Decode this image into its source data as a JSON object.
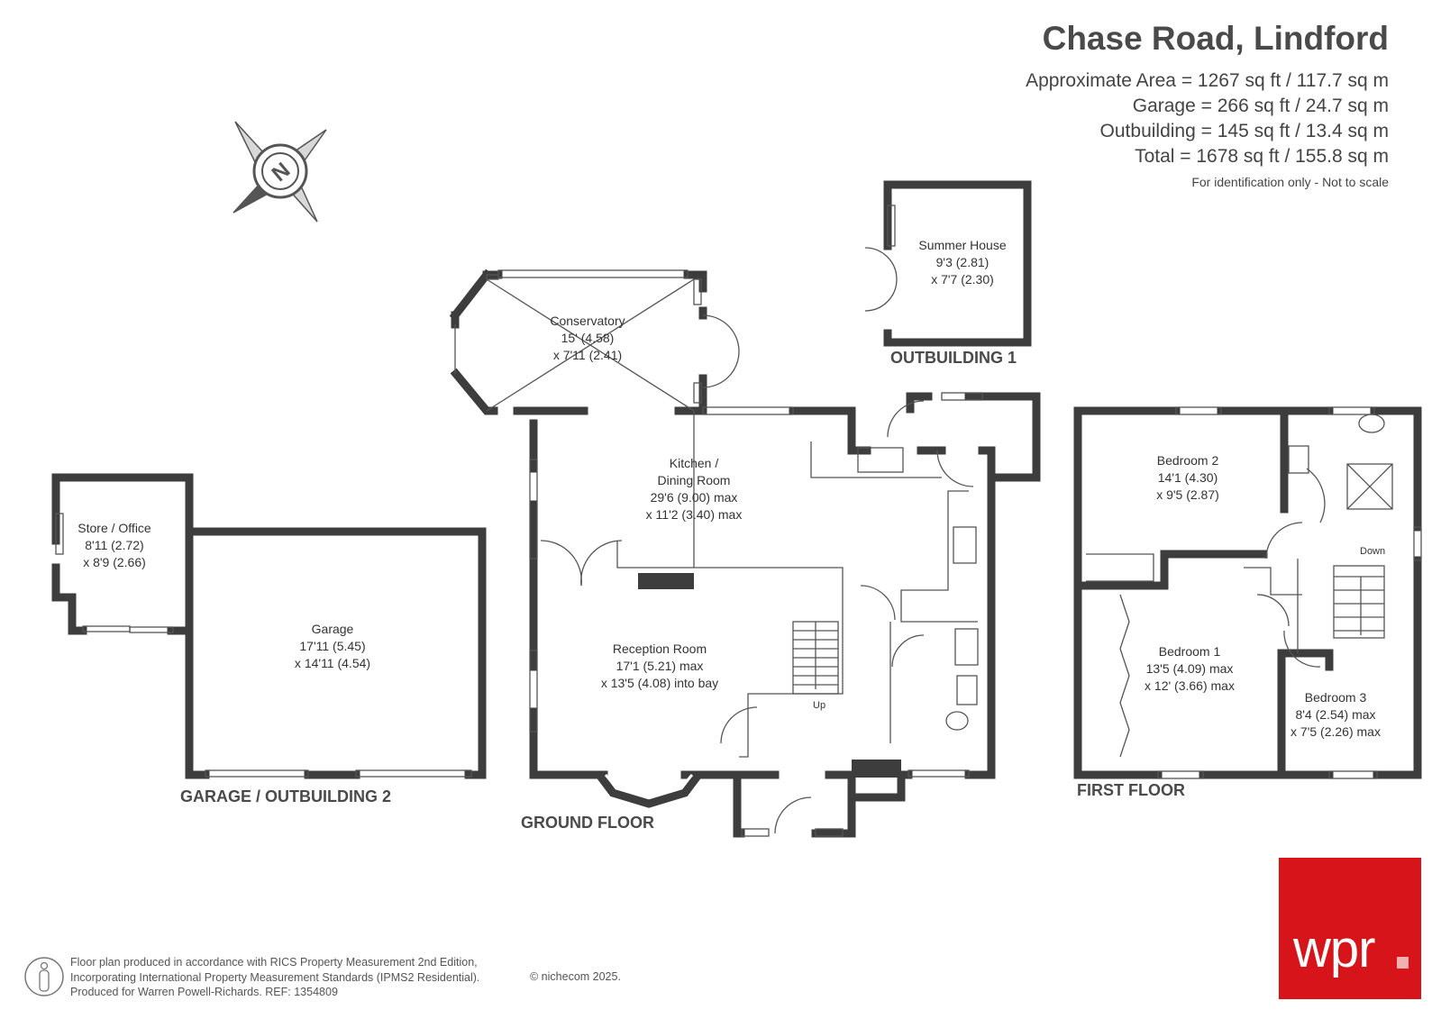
{
  "header": {
    "title": "Chase Road, Lindford",
    "areas": [
      "Approximate Area = 1267 sq ft / 117.7 sq m",
      "Garage = 266 sq ft / 24.7 sq m",
      "Outbuilding = 145 sq ft / 13.4 sq m",
      "Total = 1678 sq ft / 155.8 sq m"
    ],
    "note": "For identification only - Not to scale"
  },
  "compass": {
    "letter": "N"
  },
  "rooms": {
    "summer_house": [
      "Summer House",
      "9'3 (2.81)",
      "x 7'7 (2.30)"
    ],
    "conservatory": [
      "Conservatory",
      "15' (4.58)",
      "x 7'11 (2.41)"
    ],
    "kitchen": [
      "Kitchen /",
      "Dining Room",
      "29'6 (9.00) max",
      "x 11'2 (3.40) max"
    ],
    "store_office": [
      "Store / Office",
      "8'11 (2.72)",
      "x 8'9 (2.66)"
    ],
    "garage": [
      "Garage",
      "17'11 (5.45)",
      "x 14'11 (4.54)"
    ],
    "reception": [
      "Reception Room",
      "17'1 (5.21) max",
      "x 13'5 (4.08) into bay"
    ],
    "bedroom2": [
      "Bedroom 2",
      "14'1 (4.30)",
      "x 9'5 (2.87)"
    ],
    "bedroom1": [
      "Bedroom 1",
      "13'5 (4.09) max",
      "x 12' (3.66)  max"
    ],
    "bedroom3": [
      "Bedroom 3",
      "8'4 (2.54) max",
      "x 7'5 (2.26) max"
    ]
  },
  "stairs": {
    "up": "Up",
    "down": "Down"
  },
  "floors": {
    "outbuilding1": "OUTBUILDING 1",
    "garage_outbuilding2": "GARAGE / OUTBUILDING 2",
    "ground": "GROUND FLOOR",
    "first": "FIRST FLOOR"
  },
  "footer": {
    "lines": [
      "Floor plan produced in accordance with RICS Property Measurement 2nd Edition,",
      "Incorporating International Property Measurement Standards (IPMS2 Residential).",
      "Produced for Warren Powell-Richards.   REF: 1354809"
    ],
    "copyright": "© nichecom 2025."
  },
  "logo": {
    "text": "wpr",
    "color": "#d7141a"
  },
  "colors": {
    "wall": "#3d3d3d",
    "background": "#ffffff"
  }
}
